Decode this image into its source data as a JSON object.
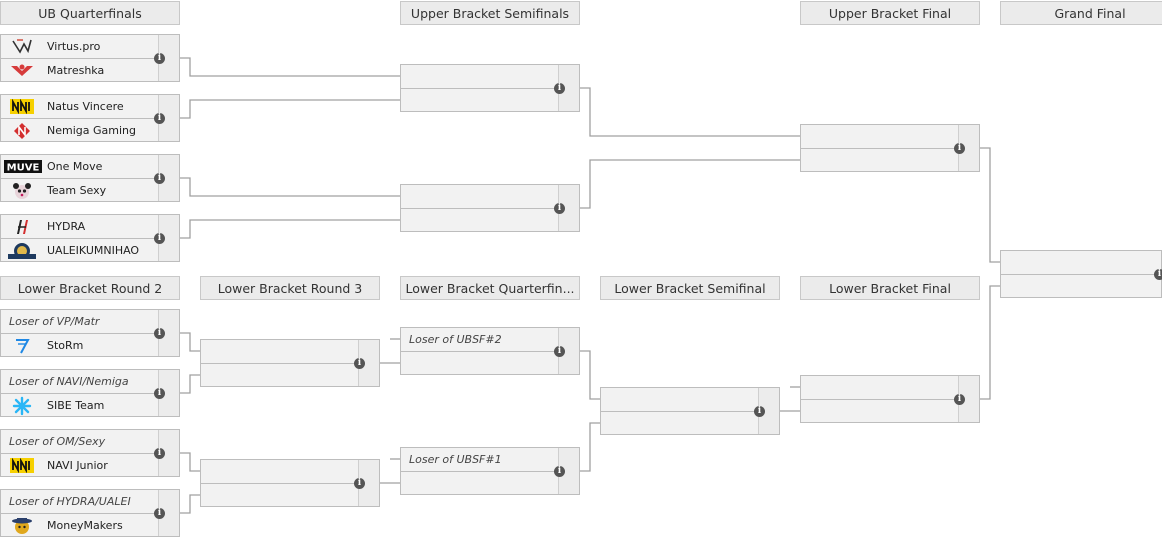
{
  "headers": {
    "ubqf": "UB Quarterfinals",
    "ubsf": "Upper Bracket Semifinals",
    "ubf": "Upper Bracket Final",
    "gf": "Grand Final",
    "lbr2": "Lower Bracket Round 2",
    "lbr3": "Lower Bracket Round 3",
    "lbqf": "Lower Bracket Quarterfin...",
    "lbsf": "Lower Bracket Semifinal",
    "lbf": "Lower Bracket Final"
  },
  "info_glyph": "i",
  "ubqf": [
    {
      "team1": {
        "name": "Virtus.pro",
        "logo": "virtuspro-logo"
      },
      "team2": {
        "name": "Matreshka",
        "logo": "matreshka-logo"
      }
    },
    {
      "team1": {
        "name": "Natus Vincere",
        "logo": "navi-logo"
      },
      "team2": {
        "name": "Nemiga Gaming",
        "logo": "nemiga-logo"
      }
    },
    {
      "team1": {
        "name": "One Move",
        "logo": "onemove-logo",
        "logo_text": "MUVE"
      },
      "team2": {
        "name": "Team Sexy",
        "logo": "teamsexy-logo"
      }
    },
    {
      "team1": {
        "name": "HYDRA",
        "logo": "hydra-logo"
      },
      "team2": {
        "name": "UALEIKUMNIHAO",
        "logo": "ualeikumnihao-logo"
      }
    }
  ],
  "lbr2": [
    {
      "team1": {
        "name": "Loser of VP/Matr"
      },
      "team2": {
        "name": "StoRm",
        "logo": "storm-logo"
      }
    },
    {
      "team1": {
        "name": "Loser of NAVI/Nemiga"
      },
      "team2": {
        "name": "SIBE Team",
        "logo": "sibe-logo"
      }
    },
    {
      "team1": {
        "name": "Loser of OM/Sexy"
      },
      "team2": {
        "name": "NAVI Junior",
        "logo": "navijunior-logo"
      }
    },
    {
      "team1": {
        "name": "Loser of HYDRA/UALEI"
      },
      "team2": {
        "name": "MoneyMakers",
        "logo": "moneymakers-logo"
      }
    }
  ],
  "lbqf": [
    {
      "team1": {
        "name": "Loser of UBSF#2"
      }
    },
    {
      "team1": {
        "name": "Loser of UBSF#1"
      }
    }
  ],
  "colors": {
    "header_bg": "#ebebeb",
    "match_bg": "#f2f2f2",
    "line": "#a0a0a0",
    "info": "#555555"
  }
}
